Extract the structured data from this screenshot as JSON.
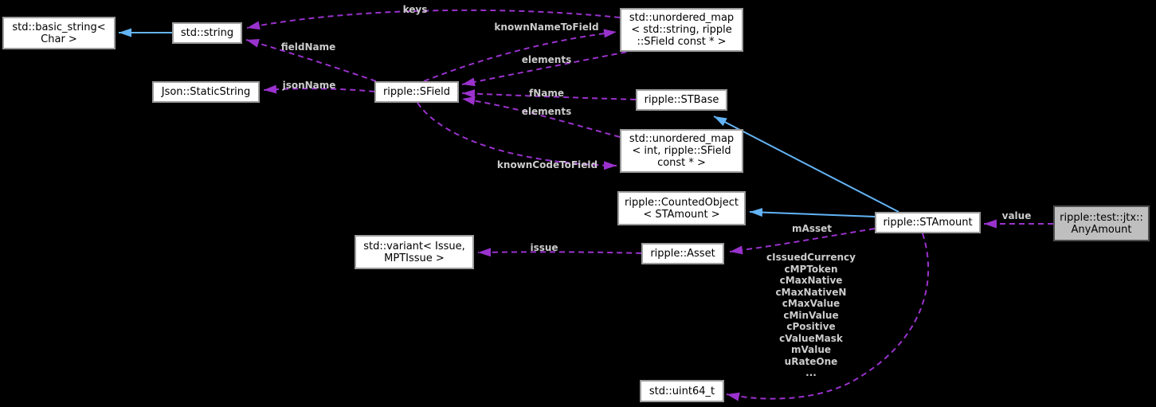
{
  "diagram_type": "class collaboration graph",
  "colors": {
    "background": "#000000",
    "node_fill": "#ffffff",
    "node_border": "#9c9c9c",
    "highlight_node_fill": "#bfbfbf",
    "highlight_node_border": "#4e4e4e",
    "inheritance_arrow": "#63b4f6",
    "usage_arrow": "#9a32cd",
    "edge_label_text": "#cccccc",
    "node_text": "#000000"
  },
  "nodes": {
    "basic_string": {
      "lines": [
        "std::basic_string<",
        "Char >"
      ]
    },
    "string": {
      "lines": [
        "std::string"
      ]
    },
    "static_string": {
      "lines": [
        "Json::StaticString"
      ]
    },
    "sfield": {
      "lines": [
        "ripple::SField"
      ]
    },
    "map_name": {
      "lines": [
        "std::unordered_map",
        "< std::string, ripple",
        "::SField const * >"
      ]
    },
    "stbase": {
      "lines": [
        "ripple::STBase"
      ]
    },
    "map_code": {
      "lines": [
        "std::unordered_map",
        "< int, ripple::SField",
        "const * >"
      ]
    },
    "counted_object": {
      "lines": [
        "ripple::CountedObject",
        "< STAmount >"
      ]
    },
    "stamount": {
      "lines": [
        "ripple::STAmount"
      ]
    },
    "any_amount": {
      "lines": [
        "ripple::test::jtx::",
        "AnyAmount"
      ]
    },
    "variant": {
      "lines": [
        "std::variant< Issue,",
        "MPTIssue >"
      ]
    },
    "asset": {
      "lines": [
        "ripple::Asset"
      ]
    },
    "uint64": {
      "lines": [
        "std::uint64_t"
      ]
    }
  },
  "edge_labels": {
    "keys": "keys",
    "known_name_to_field": "knownNameToField",
    "field_name": "fieldName",
    "elements_top": "elements",
    "json_name": "jsonName",
    "f_name": "fName",
    "elements_bottom": "elements",
    "known_code_to_field": "knownCodeToField",
    "m_asset": "mAsset",
    "value": "value",
    "issue": "issue",
    "stamount_members": [
      "cIssuedCurrency",
      "cMPToken",
      "cMaxNative",
      "cMaxNativeN",
      "cMaxValue",
      "cMinValue",
      "cPositive",
      "cValueMask",
      "mValue",
      "uRateOne",
      "..."
    ]
  }
}
